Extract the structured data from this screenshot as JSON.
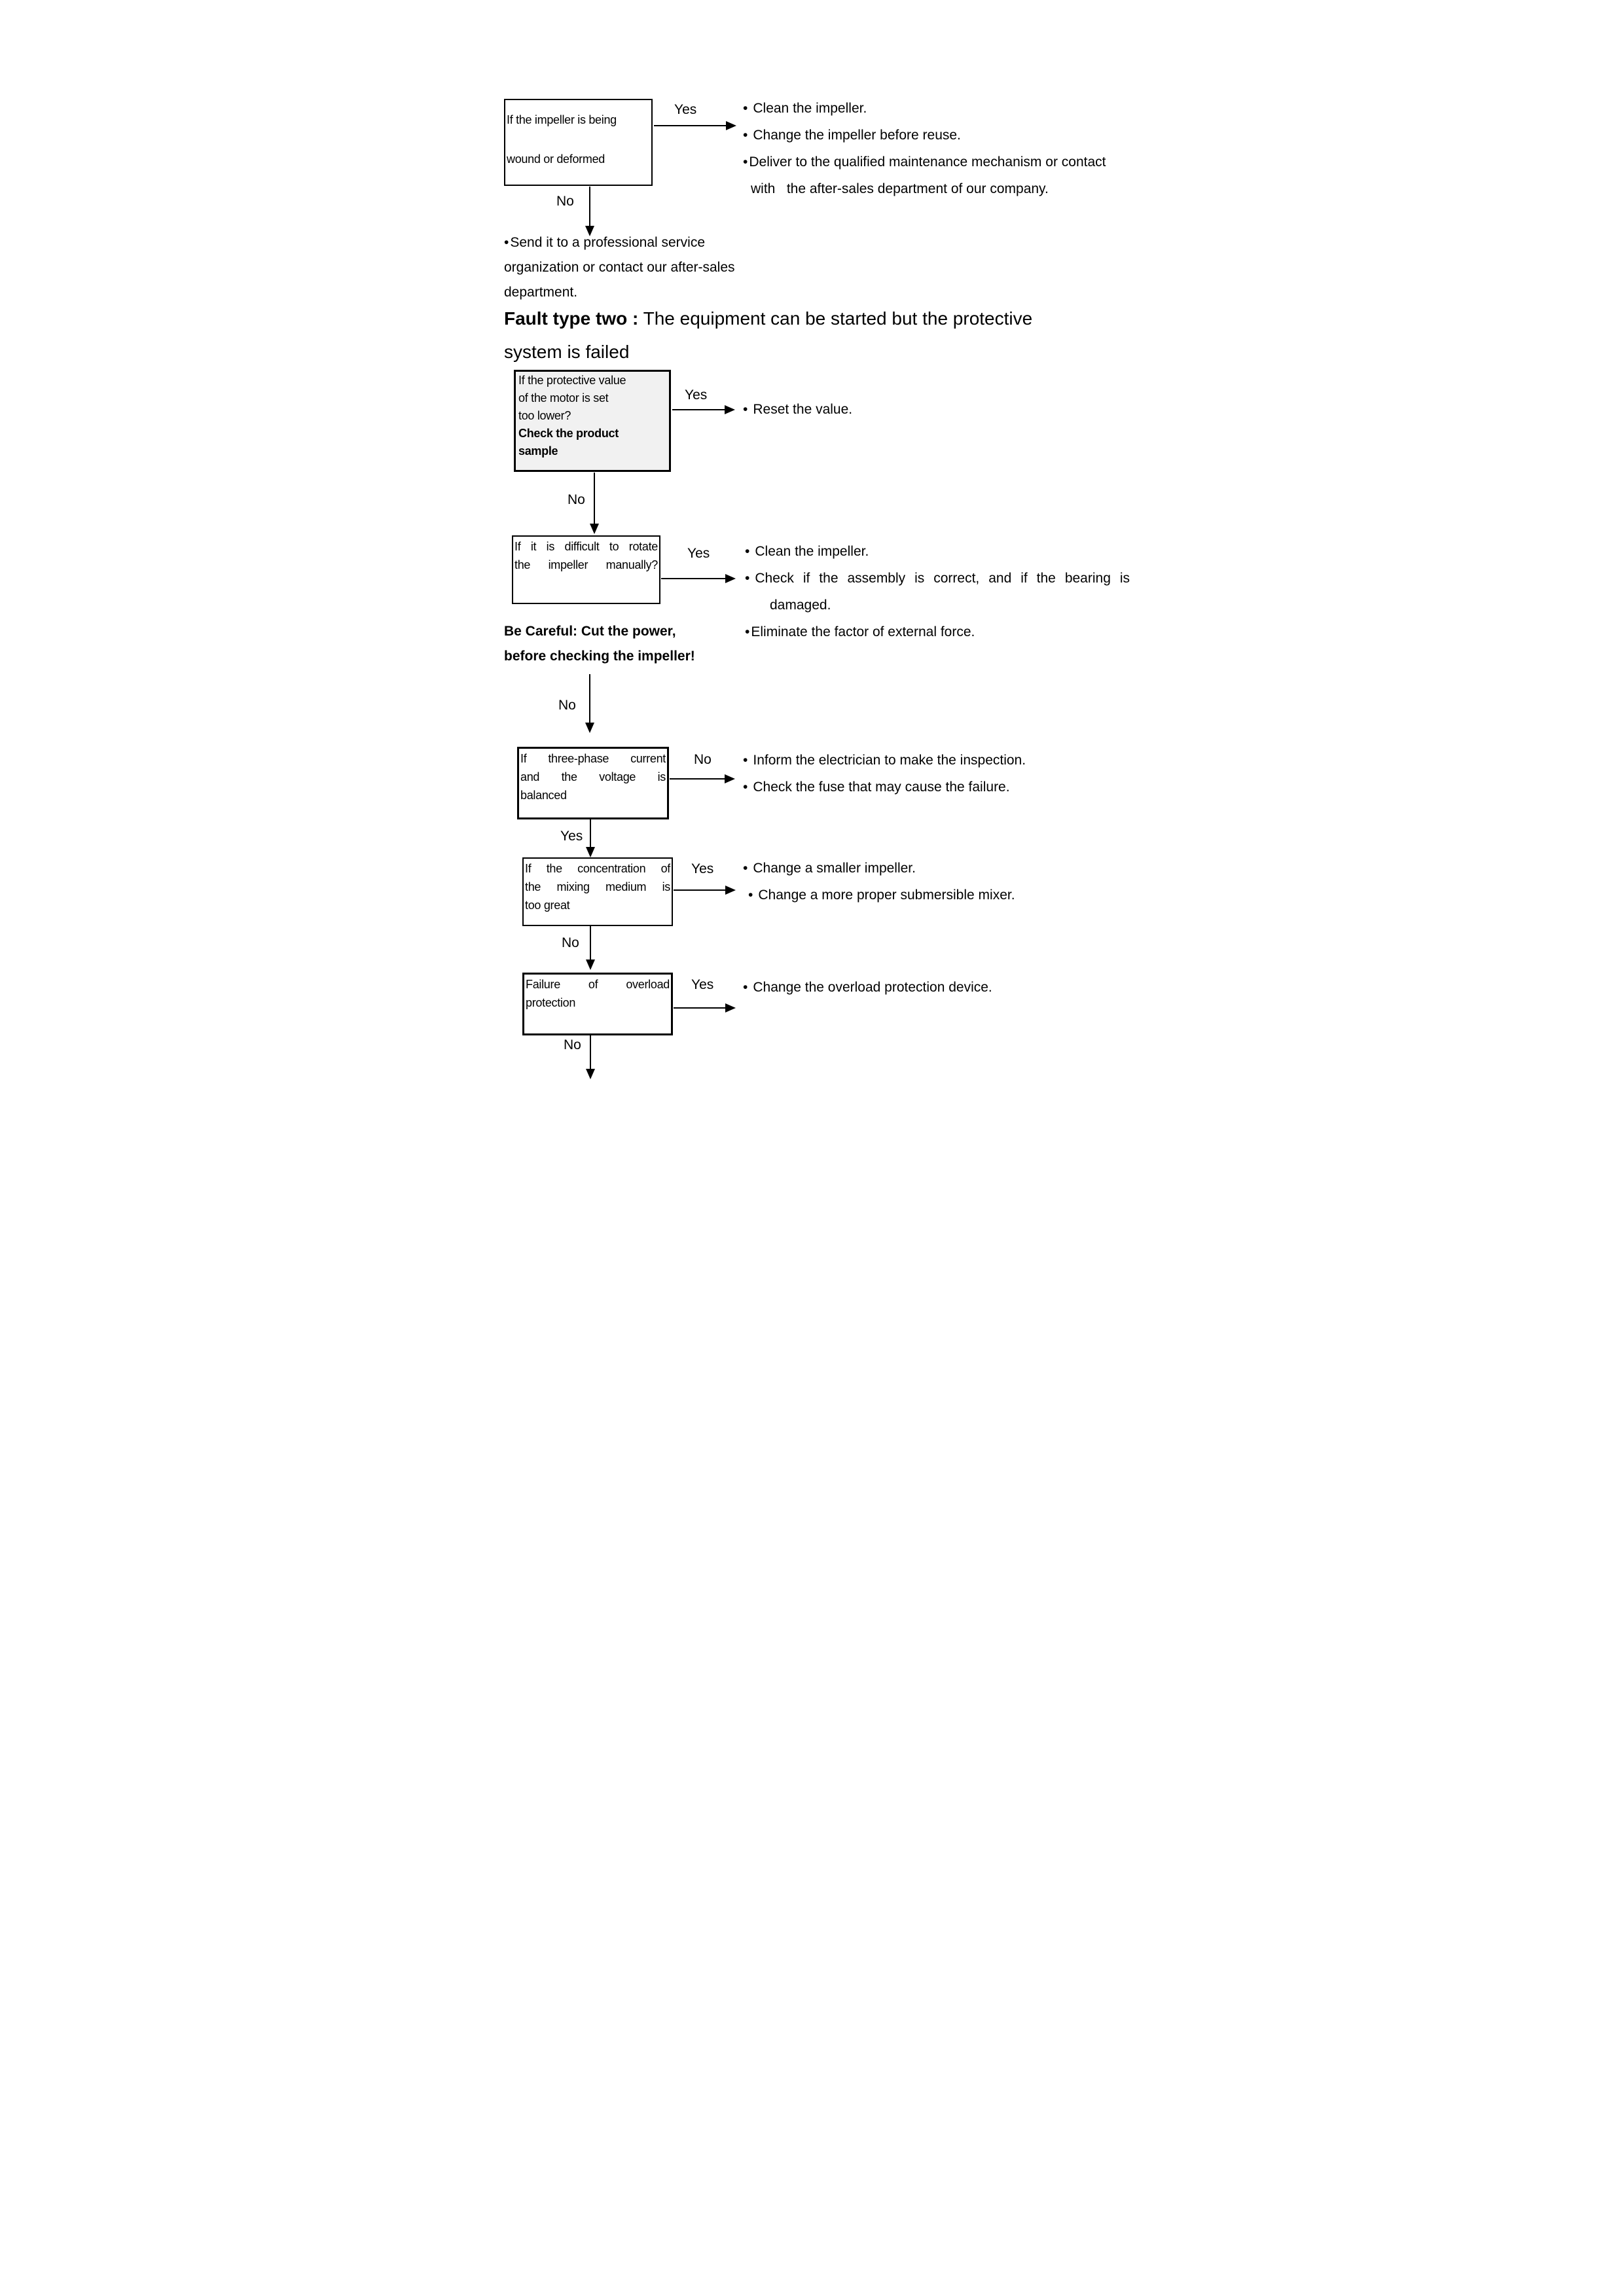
{
  "labels": {
    "yes": "Yes",
    "no": "No",
    "bullet": "•"
  },
  "row1": {
    "box_lines": [
      "If the impeller is being",
      "wound or deformed"
    ],
    "remedy1": "Clean the impeller.",
    "remedy2": "Change the impeller before reuse.",
    "remedy3": "Deliver to the qualified maintenance mechanism or contact",
    "remedy3b": "with   the after-sales department of our company.",
    "no_note_lines": [
      "Send it to a professional service",
      "organization or contact our after-sales",
      "department."
    ]
  },
  "heading": {
    "bold": "Fault type two :",
    "rest": " The equipment can be started but the protective",
    "line2": "system is failed"
  },
  "row2": {
    "box_lines": [
      "If the protective value",
      "of the motor is set",
      "too lower?"
    ],
    "box_lines_bold": [
      "Check the product",
      "sample"
    ],
    "remedy1": "Reset the value."
  },
  "row3": {
    "box_lines": [
      "If it is difficult to rotate",
      "the impeller manually?"
    ],
    "remedy1": "Clean the impeller.",
    "remedy2": "Check if the assembly is correct, and if the bearing is",
    "remedy2b": "damaged.",
    "remedy3": "Eliminate the factor of external force.",
    "warning_lines": [
      "Be Careful: Cut the power,",
      "before checking the impeller!"
    ]
  },
  "row4": {
    "box_lines": [
      "If three-phase current",
      "and the voltage is",
      "balanced"
    ],
    "remedy1": "Inform the electrician to make the inspection.",
    "remedy2": "Check the fuse that may cause the failure."
  },
  "row5": {
    "box_lines": [
      "If the concentration of",
      "the mixing medium is",
      "too great"
    ],
    "remedy1": "Change a smaller impeller.",
    "remedy2": "Change a more proper submersible mixer."
  },
  "row6": {
    "box_lines": [
      "Failure of overload",
      "protection"
    ],
    "remedy1": "Change the overload protection device."
  }
}
